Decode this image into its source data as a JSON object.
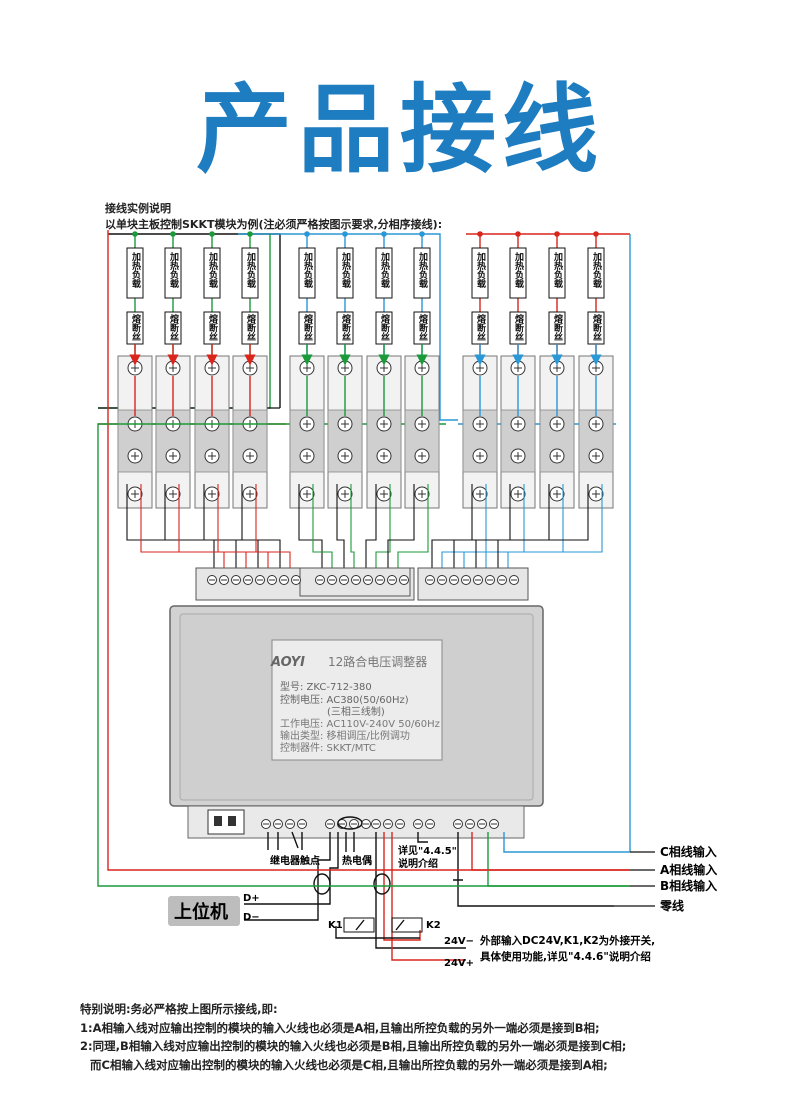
{
  "title": "产品接线",
  "heading": {
    "line1": "接线实例说明",
    "line2": "以单块主板控制SKKT模块为例(注必须严格按图示要求,分相序接线):"
  },
  "load_label": "加热负载",
  "fuse_label": "熔断丝",
  "device": {
    "brand": "AOYI",
    "name": "12路合电压调整器",
    "model": "型号: ZKC-712-380",
    "control_voltage": "控制电压: AC380(50/60Hz)",
    "control_voltage_note": "(三相三线制)",
    "working_voltage": "工作电压: AC110V-240V 50/60Hz",
    "output_type": "输出类型: 移相调压/比例调功",
    "control_device": "控制器件: SKKT/MTC"
  },
  "bottom_labels": {
    "relay_contact": "继电器触点",
    "thermocouple": "热电偶",
    "see_section_a": "详见\"4.4.5\"",
    "see_section_b": "说明介绍",
    "host": "上位机",
    "d_plus": "D+",
    "d_minus": "D−",
    "k1": "K1",
    "k2": "K2",
    "v24_minus": "24V−",
    "v24_plus": "24V+",
    "external_input_a": "外部输入DC24V,K1,K2为外接开关,",
    "external_input_b": "具体使用功能,详见\"4.4.6\"说明介绍"
  },
  "phase_labels": {
    "c": "C相线输入",
    "a": "A相线输入",
    "b": "B相线输入",
    "n": "零线"
  },
  "notes": {
    "intro": "特别说明:务必严格按上图所示接线,即:",
    "line1": "1:A相输入线对应输出控制的模块的输入火线也必须是A相,且输出所控负载的另外一端必须是接到B相;",
    "line2": "2:同理,B相输入线对应输出控制的模块的输入火线也必须是B相,且输出所控负载的另外一端必须是接到C相;",
    "line3": "而C相输入线对应输出控制的模块的输入火线也必须是C相,且输出所控负载的另外一端必须是接到A相;"
  },
  "colors": {
    "title": "#1e7cc0",
    "phase_a": "#d9251c",
    "phase_b": "#1a9a3a",
    "phase_c": "#2a97d6",
    "neutral": "#111111"
  }
}
